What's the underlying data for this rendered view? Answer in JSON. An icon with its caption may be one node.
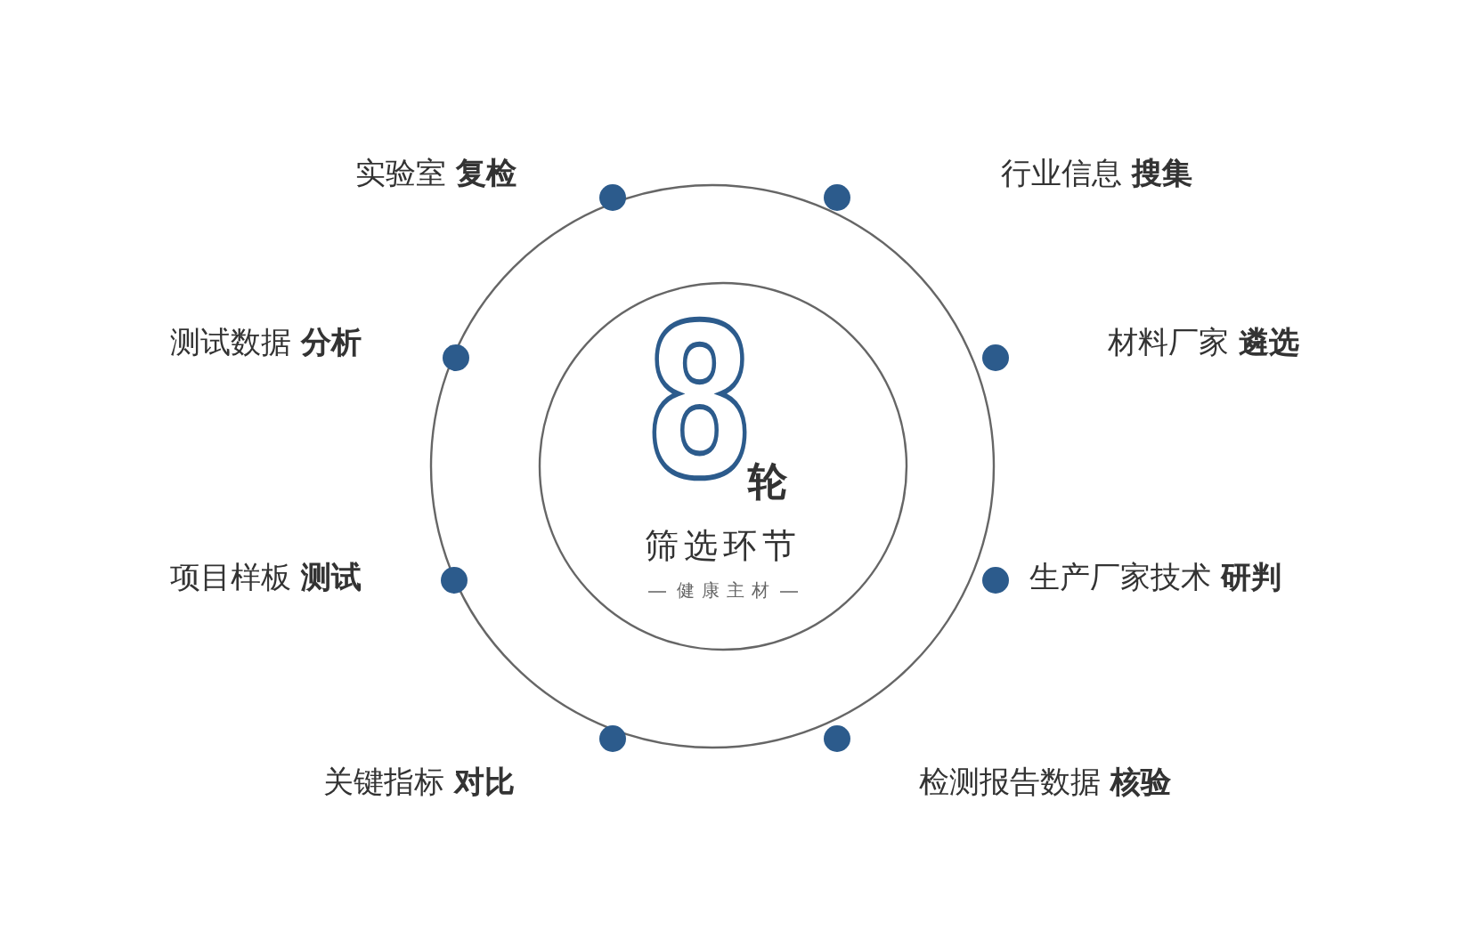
{
  "diagram": {
    "nodes": [
      {
        "text": [
          "8",
          "轮",
          "筛选环节",
          "健康主材"
        ]
      }
    ],
    "edges": [],
    "labels": [
      "实验室 **复检**",
      "行业信息 **搜集**",
      "测试数据 **分析**",
      "材料厂家 **遴选**",
      "项目样板 **测试**",
      "生产厂家技术 **研判**",
      "关键指标 **对比**",
      "检测报告数据 **核验**"
    ]
  }
}
